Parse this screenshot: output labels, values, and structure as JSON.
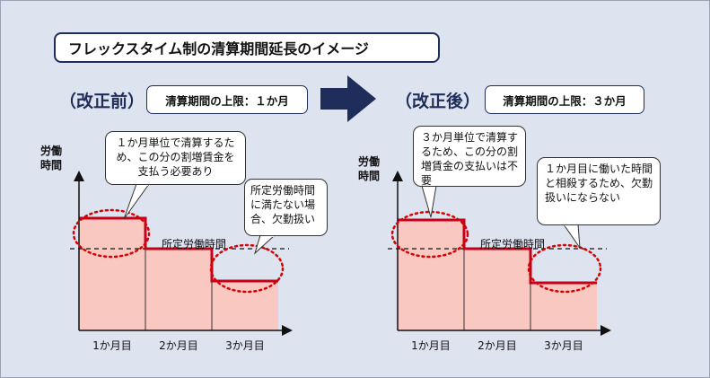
{
  "title": "フレックスタイム制の清算期間延長のイメージ",
  "before": {
    "heading": "（改正前）",
    "limit": "清算期間の上限：１か月",
    "ylabel": "労働\n時間",
    "standard_label": "所定労働時間",
    "months": [
      "1か月目",
      "2か月目",
      "3か月目"
    ],
    "callout_excess": "１か月単位で清算するため、この分の割増賃金を支払う必要あり",
    "callout_shortage": "所定労働時間に満たない場合、欠勤扱い"
  },
  "after": {
    "heading": "（改正後）",
    "limit": "清算期間の上限：３か月",
    "ylabel": "労働\n時間",
    "standard_label": "所定労働時間",
    "months": [
      "1か月目",
      "2か月目",
      "3か月目"
    ],
    "callout_excess": "３か月単位で清算するため、この分の割増賃金の支払いは不要",
    "callout_shortage": "１か月目に働いた時間と相殺するため、欠勤扱いにならない"
  },
  "colors": {
    "fill": "#f9c8c0",
    "line": "#c3001a",
    "navy": "#1f2d5a"
  }
}
